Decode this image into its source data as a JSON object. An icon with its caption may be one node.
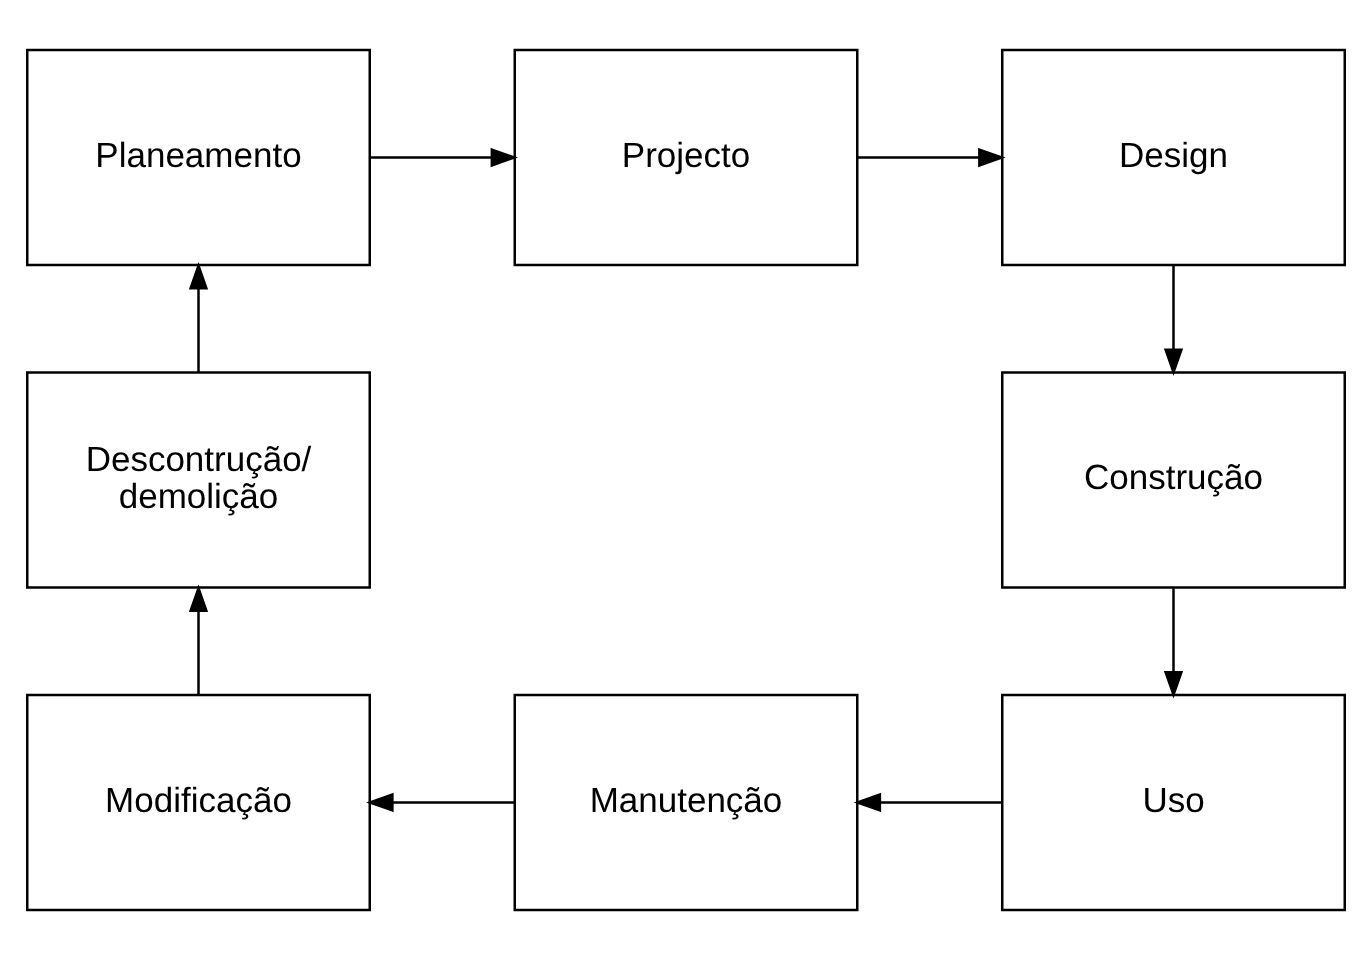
{
  "diagram": {
    "nodes": [
      {
        "text": [
          "Planeamento"
        ]
      },
      {
        "text": [
          "Projecto"
        ]
      },
      {
        "text": [
          "Design"
        ]
      },
      {
        "text": [
          "Construção"
        ]
      },
      {
        "text": [
          "Uso"
        ]
      },
      {
        "text": [
          "Manutenção"
        ]
      },
      {
        "text": [
          "Modificação"
        ]
      },
      {
        "text": [
          "Descontrução/ demolição"
        ]
      }
    ],
    "edges": [
      {
        "from": 0,
        "to": 1,
        "arrow": "to"
      },
      {
        "from": 1,
        "to": 2,
        "arrow": "to"
      },
      {
        "from": 2,
        "to": 3,
        "arrow": "to"
      },
      {
        "from": 3,
        "to": 4,
        "arrow": "to"
      },
      {
        "from": 4,
        "to": 5,
        "arrow": "to"
      },
      {
        "from": 5,
        "to": 6,
        "arrow": "to"
      },
      {
        "from": 6,
        "to": 7,
        "arrow": "to"
      },
      {
        "from": 7,
        "to": 0,
        "arrow": "to"
      }
    ]
  }
}
